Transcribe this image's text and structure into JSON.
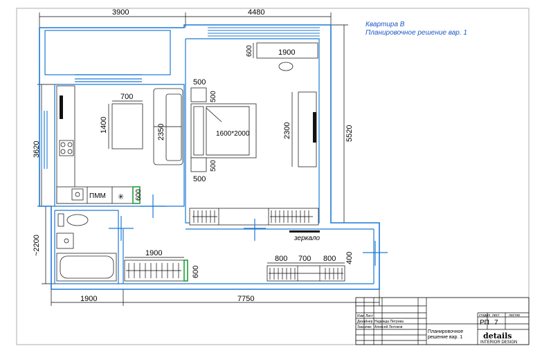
{
  "title": {
    "line1": "Квартира В",
    "line2": "Планировочное решение вар. 1"
  },
  "dimensions": {
    "top_left": "3900",
    "top_right": "4480",
    "left_upper": "3620",
    "left_lower": "~2200",
    "right": "5520",
    "bottom_left": "1900",
    "bottom_right": "7750"
  },
  "labels": {
    "table_w": "700",
    "table_h": "1400",
    "sofa_len": "2350",
    "wardrobe_top_w": "1900",
    "wardrobe_top_d": "600",
    "nightstand_top_w": "500",
    "nightstand_top_h": "500",
    "nightstand_bot_h": "500",
    "nightstand_bot_w": "500",
    "bed_size": "1600*2000",
    "tv_wall_len": "2300",
    "kitchen_depth": "600",
    "dishwasher": "ПММ",
    "mirror": "зеркало",
    "hall_wardrobe_w": "1900",
    "hall_wardrobe_d": "600",
    "cab1": "800",
    "cab2": "700",
    "cab3": "800",
    "cab_d": "400"
  },
  "title_block": {
    "designer_role": "Дизайнер",
    "designer_name": "Надежда Петрова",
    "client_role": "Заказчик",
    "client_name": "Алексей Лютиков",
    "change_label": "Изм. Лист",
    "stage_header": "стадия",
    "sheet_header": "лист",
    "sheets_header": "листов",
    "stage": "РП",
    "sheet": "7",
    "drawing_name": "Планировочное решение вар. 1",
    "brand": "details",
    "brand_sub": "INTERIOR DESIGN"
  },
  "colors": {
    "wall": "#1a78d6",
    "green": "#1e9e3a",
    "title": "#1a56c8"
  }
}
